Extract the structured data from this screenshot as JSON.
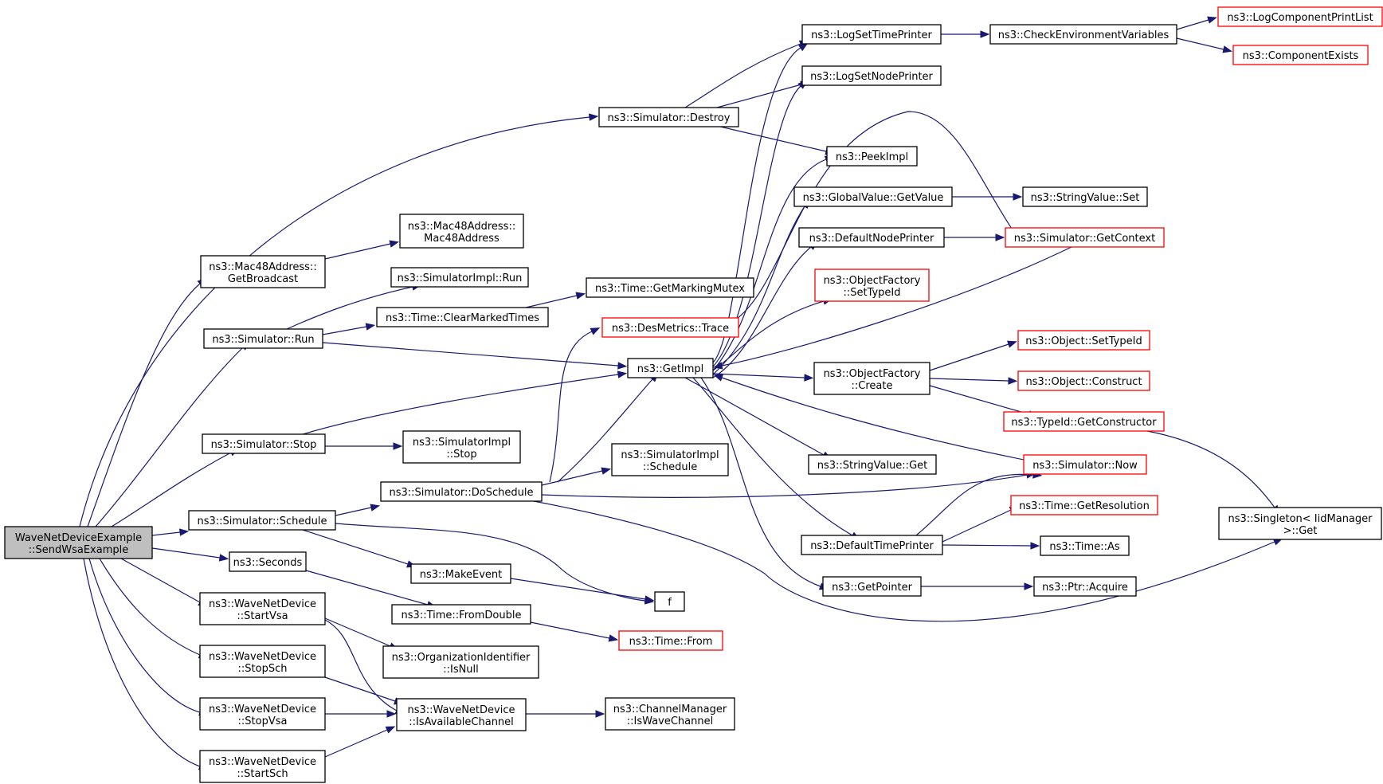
{
  "colors": {
    "edge": "#191970",
    "truncated_node_border": "#ff0000",
    "node_border": "#000000",
    "root_fill": "#bfbfbf"
  },
  "nodes": {
    "root": [
      "WaveNetDeviceExample",
      "::SendWsaExample"
    ],
    "destroy": [
      "ns3::Simulator::Destroy"
    ],
    "mac_bcast": [
      "ns3::Mac48Address::",
      "GetBroadcast"
    ],
    "run": [
      "ns3::Simulator::Run"
    ],
    "stop": [
      "ns3::Simulator::Stop"
    ],
    "schedule": [
      "ns3::Simulator::Schedule"
    ],
    "seconds": [
      "ns3::Seconds"
    ],
    "startvsa": [
      "ns3::WaveNetDevice",
      "::StartVsa"
    ],
    "stopsch": [
      "ns3::WaveNetDevice",
      "::StopSch"
    ],
    "stopvsa": [
      "ns3::WaveNetDevice",
      "::StopVsa"
    ],
    "startsch": [
      "ns3::WaveNetDevice",
      "::StartSch"
    ],
    "mac_ctor": [
      "ns3::Mac48Address::",
      "Mac48Address"
    ],
    "simimpl_run": [
      "ns3::SimulatorImpl::Run"
    ],
    "clearmarked": [
      "ns3::Time::ClearMarkedTimes"
    ],
    "simimpl_stop": [
      "ns3::SimulatorImpl",
      "::Stop"
    ],
    "doschedule": [
      "ns3::Simulator::DoSchedule"
    ],
    "makeevent": [
      "ns3::MakeEvent"
    ],
    "fromdouble": [
      "ns3::Time::FromDouble"
    ],
    "orgid": [
      "ns3::OrganizationIdentifier",
      "::IsNull"
    ],
    "isavail": [
      "ns3::WaveNetDevice",
      "::IsAvailableChannel"
    ],
    "getmarkingmutex": [
      "ns3::Time::GetMarkingMutex"
    ],
    "desmetrics": [
      "ns3::DesMetrics::Trace"
    ],
    "getimpl": [
      "ns3::GetImpl"
    ],
    "simimpl_sched": [
      "ns3::SimulatorImpl",
      "::Schedule"
    ],
    "f": [
      "f"
    ],
    "timefrom": [
      "ns3::Time::From"
    ],
    "iswave": [
      "ns3::ChannelManager",
      "::IsWaveChannel"
    ],
    "logsettime": [
      "ns3::LogSetTimePrinter"
    ],
    "logsetnode": [
      "ns3::LogSetNodePrinter"
    ],
    "peekimpl": [
      "ns3::PeekImpl"
    ],
    "gv_getvalue": [
      "ns3::GlobalValue::GetValue"
    ],
    "defnodeprinter": [
      "ns3::DefaultNodePrinter"
    ],
    "of_settypeid": [
      "ns3::ObjectFactory",
      "::SetTypeId"
    ],
    "of_create": [
      "ns3::ObjectFactory",
      "::Create"
    ],
    "sv_get": [
      "ns3::StringValue::Get"
    ],
    "deftimeprinter": [
      "ns3::DefaultTimePrinter"
    ],
    "getpointer": [
      "ns3::GetPointer"
    ],
    "checkenv": [
      "ns3::CheckEnvironmentVariables"
    ],
    "sv_set": [
      "ns3::StringValue::Set"
    ],
    "getcontext": [
      "ns3::Simulator::GetContext"
    ],
    "obj_settypeid": [
      "ns3::Object::SetTypeId"
    ],
    "obj_construct": [
      "ns3::Object::Construct"
    ],
    "getconstructor": [
      "ns3::TypeId::GetConstructor"
    ],
    "now": [
      "ns3::Simulator::Now"
    ],
    "getresolution": [
      "ns3::Time::GetResolution"
    ],
    "time_as": [
      "ns3::Time::As"
    ],
    "ptr_acquire": [
      "ns3::Ptr::Acquire"
    ],
    "logcomplist": [
      "ns3::LogComponentPrintList"
    ],
    "compexists": [
      "ns3::ComponentExists"
    ],
    "singleton_get": [
      "ns3::Singleton< IidManager",
      ">::Get"
    ]
  }
}
